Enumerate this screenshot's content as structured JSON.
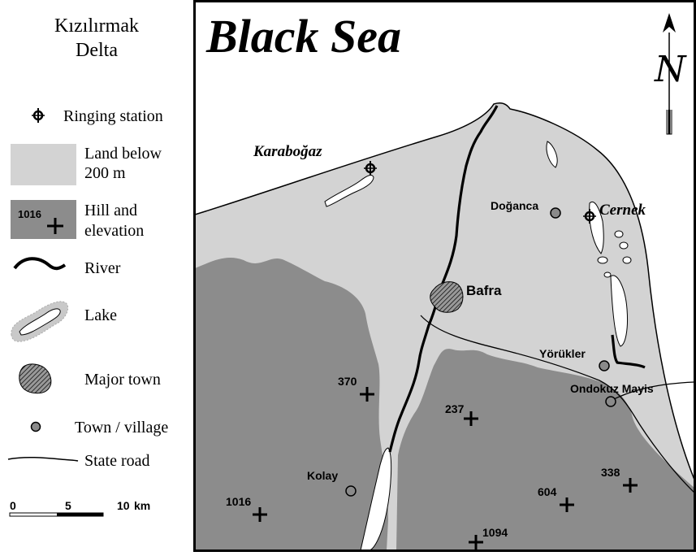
{
  "legend": {
    "title_line1": "Kızılırmak",
    "title_line2": "Delta",
    "items": [
      {
        "icon": "ringing-station-icon",
        "label": "Ringing station"
      },
      {
        "icon": "land-swatch-icon",
        "label_line1": "Land below",
        "label_line2": "200 m"
      },
      {
        "icon": "hill-swatch-icon",
        "sample_value": "1016",
        "label_line1": "Hill and",
        "label_line2": "elevation"
      },
      {
        "icon": "river-icon",
        "label": "River"
      },
      {
        "icon": "lake-icon",
        "label": "Lake"
      },
      {
        "icon": "major-town-icon",
        "label": "Major town"
      },
      {
        "icon": "village-icon",
        "label": "Town / village"
      },
      {
        "icon": "road-icon",
        "label": "State road"
      }
    ],
    "scale": {
      "ticks": [
        "0",
        "5",
        "10"
      ],
      "unit": "km"
    }
  },
  "map": {
    "sea_label": "Black Sea",
    "north_label": "N",
    "ringing_stations": [
      "Karaboğaz",
      "Cernek"
    ],
    "major_town": "Bafra",
    "towns": [
      "Doğanca",
      "Yörükler",
      "Ondokuz Mayis",
      "Kolay"
    ],
    "elevations": [
      "370",
      "237",
      "1016",
      "604",
      "338",
      "1094"
    ]
  },
  "colors": {
    "land": "#d3d3d3",
    "hill": "#8c8c8c",
    "sea": "#ffffff",
    "lake": "#ffffff",
    "town": "#8a8a8a"
  }
}
